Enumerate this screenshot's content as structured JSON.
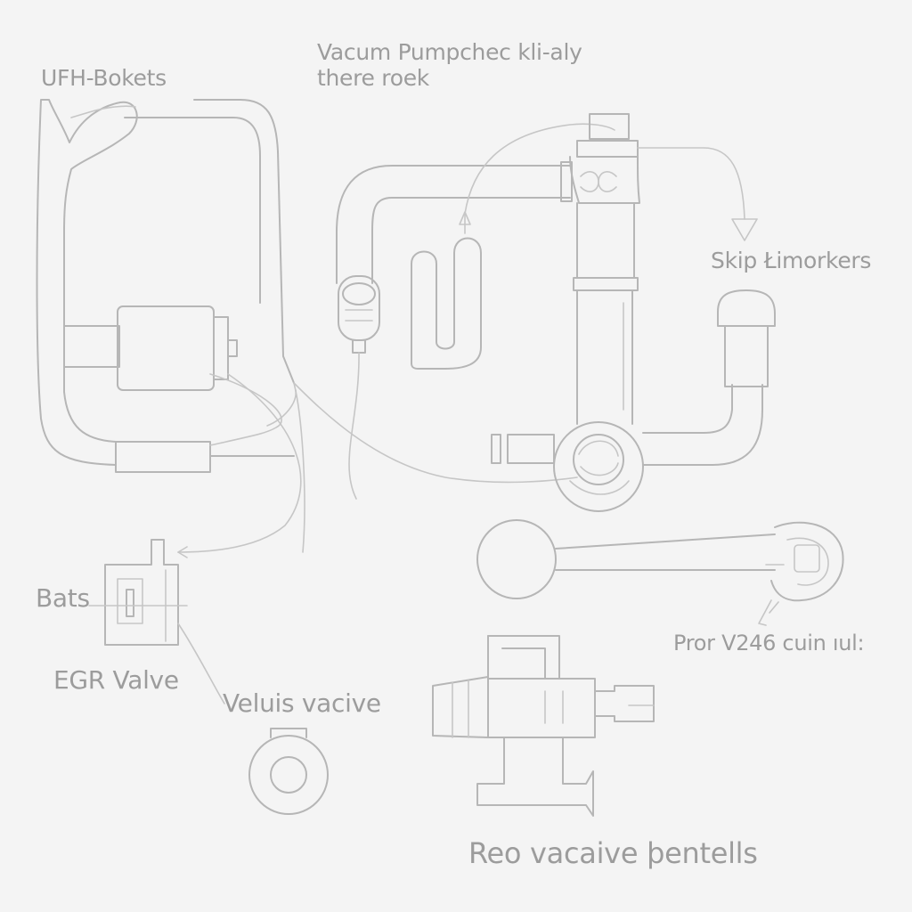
{
  "labels": {
    "ufh_bokets": "UFH-Bokets",
    "vacuum_line1": "Vacum Pumpchec kli-aly",
    "vacuum_line2": "there roek",
    "skip_limorkers": "Skip Łimorkers",
    "bats": "Bats",
    "egr_valve": "EGR Valve",
    "veluis_vacive": "Veluis vacive",
    "pror_v246": "Pror V246 cuin ıul:",
    "reo_vacaive": "Reo vacaive þentells"
  },
  "colors": {
    "background": "#f4f4f4",
    "line": "#b6b6b6",
    "text": "#9c9c9c"
  }
}
